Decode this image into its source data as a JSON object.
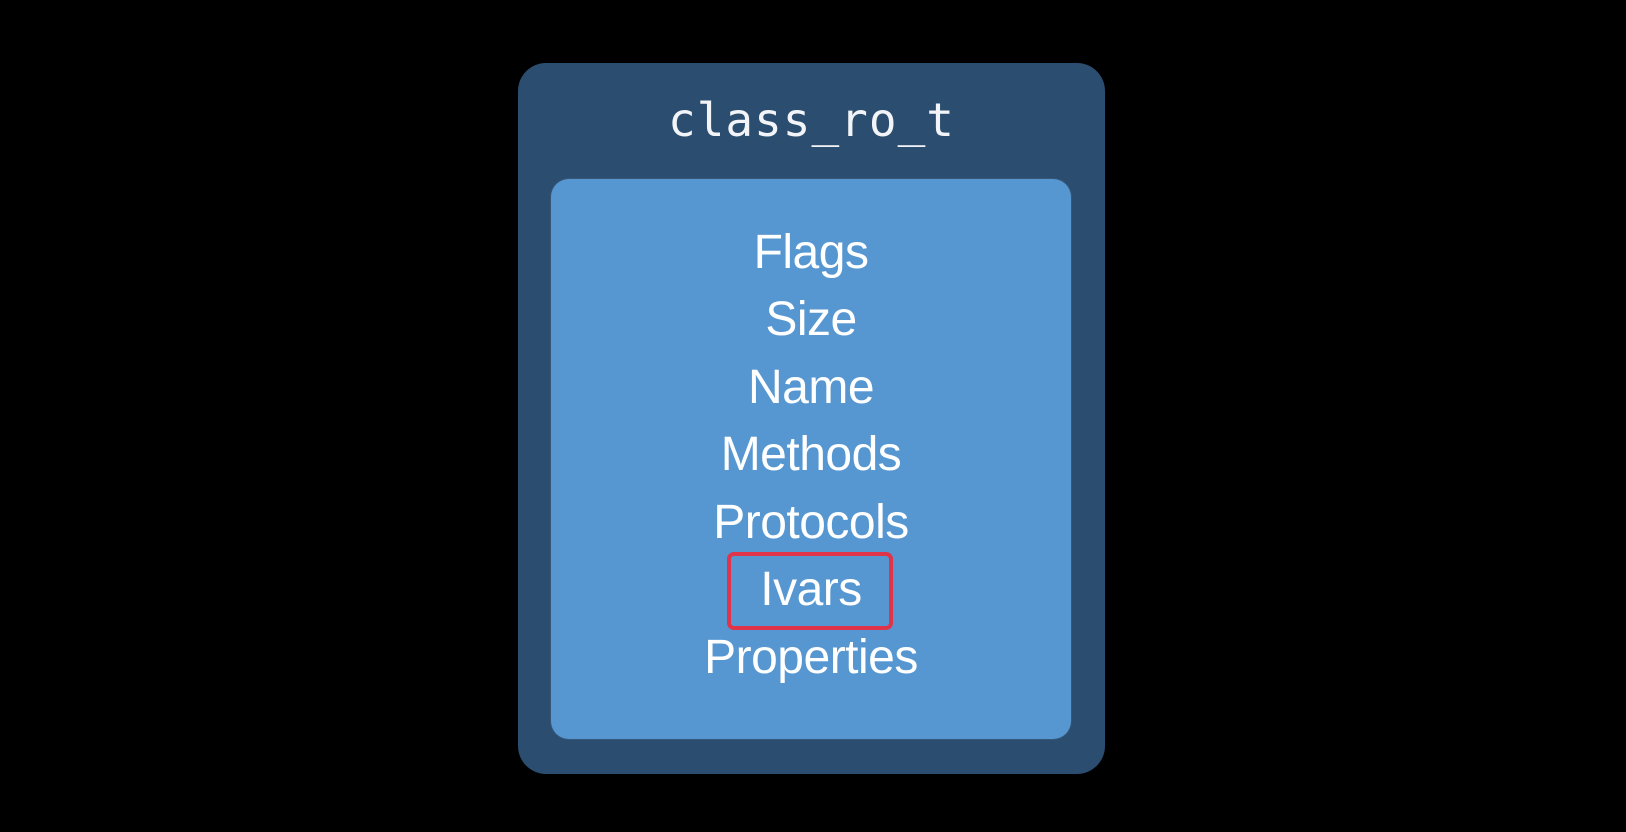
{
  "diagram": {
    "title": "class_ro_t",
    "fields": [
      {
        "label": "Flags"
      },
      {
        "label": "Size"
      },
      {
        "label": "Name"
      },
      {
        "label": "Methods"
      },
      {
        "label": "Protocols"
      },
      {
        "label": "Ivars",
        "highlighted": true
      },
      {
        "label": "Properties"
      }
    ],
    "highlight_color": "#e0344a",
    "outer_color": "#2a4d70",
    "inner_color": "#5697d1"
  }
}
